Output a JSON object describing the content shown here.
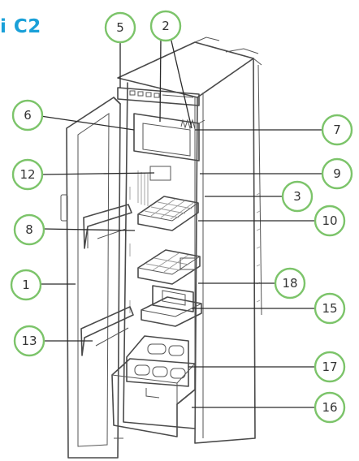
{
  "header": {
    "title": "i C2"
  },
  "callouts": [
    {
      "id": "5",
      "label": "5"
    },
    {
      "id": "2",
      "label": "2"
    },
    {
      "id": "6",
      "label": "6"
    },
    {
      "id": "7",
      "label": "7"
    },
    {
      "id": "12",
      "label": "12"
    },
    {
      "id": "9",
      "label": "9"
    },
    {
      "id": "3",
      "label": "3"
    },
    {
      "id": "8",
      "label": "8"
    },
    {
      "id": "10",
      "label": "10"
    },
    {
      "id": "1",
      "label": "1"
    },
    {
      "id": "18",
      "label": "18"
    },
    {
      "id": "15",
      "label": "15"
    },
    {
      "id": "13",
      "label": "13"
    },
    {
      "id": "17",
      "label": "17"
    },
    {
      "id": "16",
      "label": "16"
    }
  ]
}
